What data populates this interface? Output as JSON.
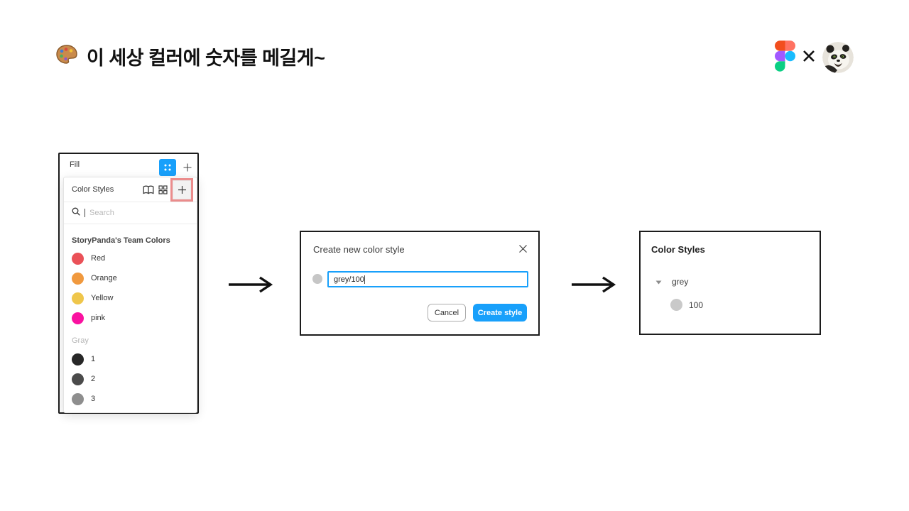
{
  "header": {
    "title": "이 세상 컬러에 숫자를 메길게~",
    "palette_icon": "palette-icon",
    "collab": {
      "figma_logo": "figma-logo",
      "multiply_glyph": "x-glyph",
      "panda_avatar": "panda-avatar"
    }
  },
  "colors": {
    "accent_blue": "#18A0FB",
    "highlight_red": "#EB8C8C",
    "panel_border": "#1c1c1c",
    "figma_logo": {
      "red_orange": "#F24E1E",
      "salmon": "#FF7262",
      "purple": "#A259FF",
      "blue": "#1ABCFE",
      "green": "#0ACF83"
    }
  },
  "fill_panel": {
    "title": "Fill",
    "header_icons": [
      "four-dots-style-icon",
      "plus-icon"
    ],
    "dropdown": {
      "title": "Color Styles",
      "header_icons": [
        "book-library-icon",
        "grid-view-icon",
        "plus-icon"
      ],
      "search": {
        "placeholder": "Search"
      },
      "sections": [
        {
          "label": "StoryPanda's Team Colors",
          "items": [
            {
              "name": "Red",
              "color": "#EA5158"
            },
            {
              "name": "Orange",
              "color": "#F0993E"
            },
            {
              "name": "Yellow",
              "color": "#EFC64B"
            },
            {
              "name": "pink",
              "color": "#FA12A0"
            }
          ]
        },
        {
          "label": "Gray",
          "items": [
            {
              "name": "1",
              "color": "#272727"
            },
            {
              "name": "2",
              "color": "#4B4B4B"
            },
            {
              "name": "3",
              "color": "#8E8E8E"
            }
          ]
        }
      ]
    }
  },
  "dialog": {
    "title": "Create new color style",
    "close_icon": "close-icon",
    "swatch_color": "#C6C6C6",
    "input_value": "grey/100",
    "cancel_label": "Cancel",
    "create_label": "Create style"
  },
  "result_panel": {
    "title": "Color Styles",
    "group": {
      "name": "grey",
      "collapse_icon": "caret-down-icon"
    },
    "item": {
      "name": "100",
      "color": "#C9C9C9"
    }
  }
}
